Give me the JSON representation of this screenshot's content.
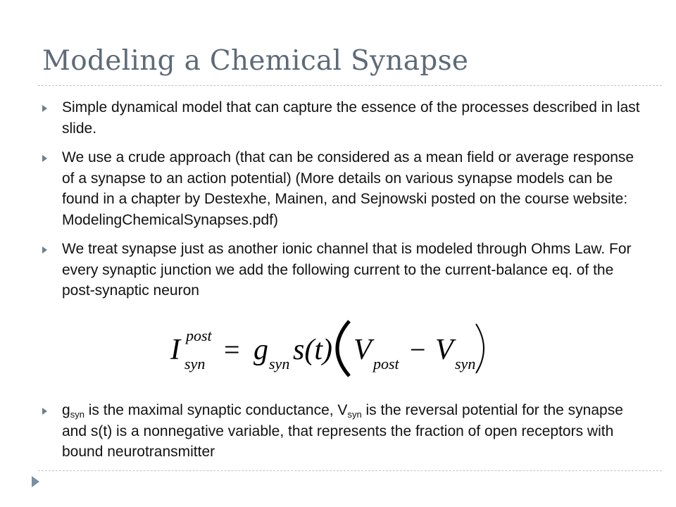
{
  "title": "Modeling a Chemical Synapse",
  "bullets": [
    "Simple dynamical model that can capture the essence of the processes described in last slide.",
    "We use a crude approach (that can be considered as a mean field or average response of a synapse to an action potential) (More details on various synapse models can be found in a chapter by Destexhe, Mainen, and Sejnowski posted on the course website: ModelingChemicalSynapses.pdf)",
    "We treat synapse just as another ionic channel that is modeled through Ohms Law. For every synaptic junction we add the following current to the current-balance eq. of the post-synaptic neuron"
  ],
  "formula": {
    "I": "I",
    "sup_post": "post",
    "sub_syn": "syn",
    "eq": "=",
    "g": "g",
    "g_sub": "syn",
    "s_of_t": "s(t)",
    "V1": "V",
    "V1_sub": "post",
    "minus": "−",
    "V2": "V",
    "V2_sub": "syn"
  },
  "bullet4": {
    "g": "g",
    "g_sub": "syn",
    "part1": " is the maximal synaptic conductance, V",
    "v_sub": "syn",
    "part2": " is the reversal potential for the synapse and s(t) is a nonnegative variable, that represents the fraction of open receptors with bound neurotransmitter"
  },
  "icons": {
    "bullet": "triangle-bullet-icon",
    "nav": "next-slide-arrow-icon"
  },
  "colors": {
    "title": "#5d6a78",
    "bullet": "#6d7f91",
    "rule": "#b9c6d2"
  }
}
